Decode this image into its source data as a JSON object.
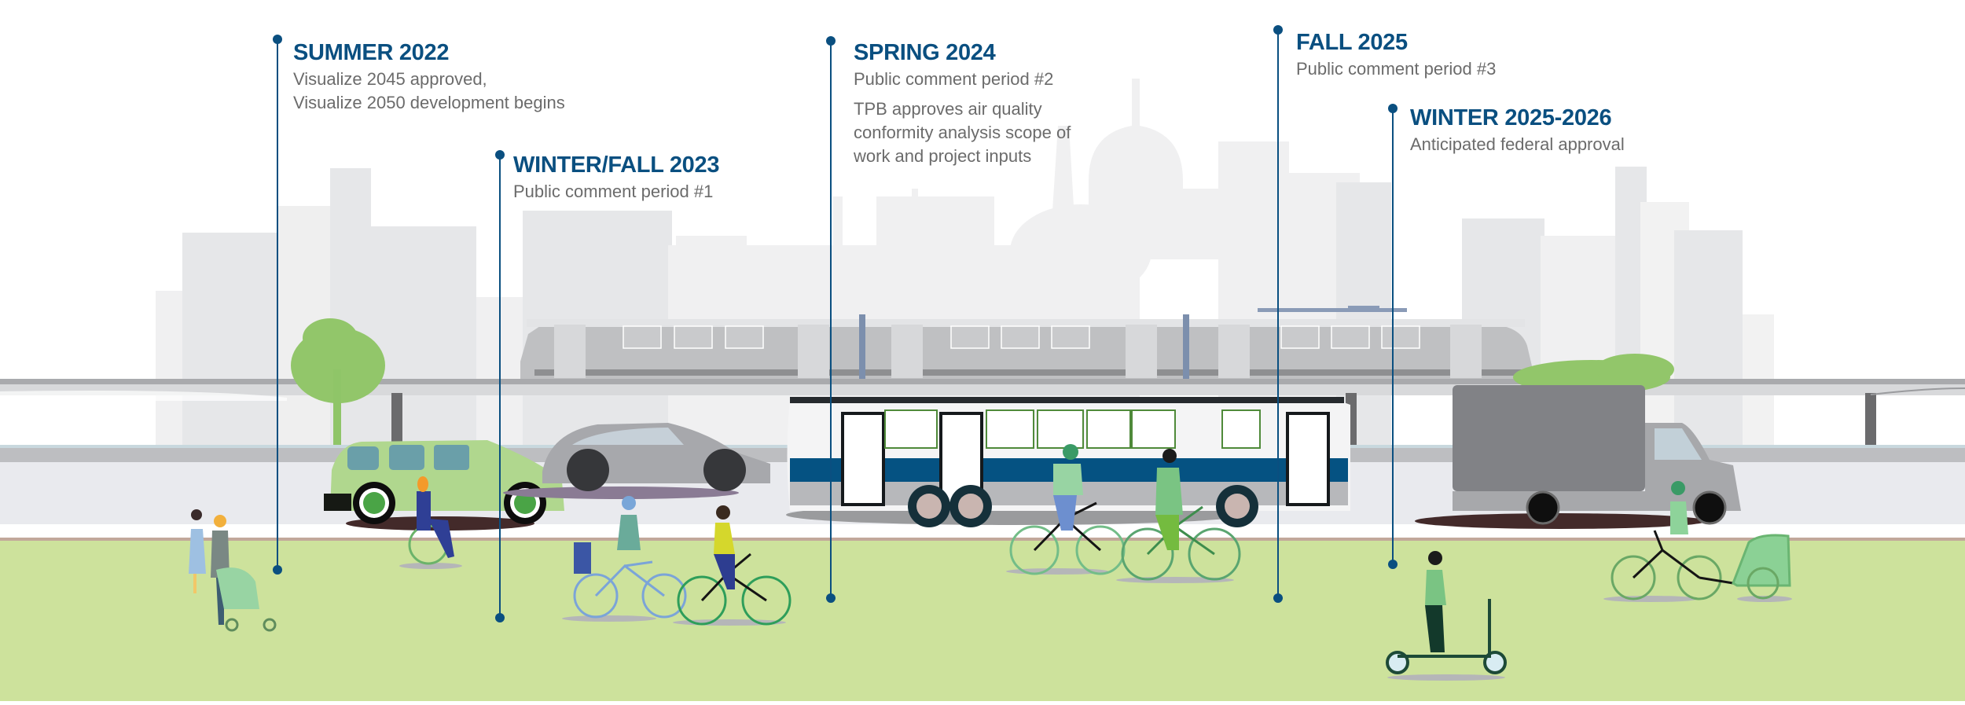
{
  "figure": {
    "type": "timeline-illustration",
    "accent_color": "#0a4f80",
    "text_color": "#6b6b6b",
    "ground_color": "#cde29c",
    "road_color": "#e9eaee",
    "skyline_color": "#e6e7e9"
  },
  "timeline": [
    {
      "title": "SUMMER 2022",
      "lines": [
        "Visualize 2045 approved,",
        "Visualize 2050 development begins"
      ]
    },
    {
      "title": "WINTER/FALL 2023",
      "lines": [
        "Public comment period #1"
      ]
    },
    {
      "title": "SPRING 2024",
      "lines": [
        "Public comment period #2",
        "TPB approves air quality conformity analysis scope of work and project inputs"
      ]
    },
    {
      "title": "FALL 2025",
      "lines": [
        "Public comment period #3"
      ]
    },
    {
      "title": "WINTER 2025-2026",
      "lines": [
        "Anticipated federal approval"
      ]
    }
  ],
  "illustration": {
    "scene": "city street with multimodal transportation",
    "elements": [
      "city skyline with Capitol dome and Washington Monument",
      "elevated light-rail train",
      "green SUV",
      "silver sedan",
      "blue and white bus",
      "gray box truck",
      "trees",
      "pedestrians with stroller",
      "wheelchair user",
      "cyclists",
      "cyclist with child seat",
      "cyclist with child trailer",
      "kick-scooter rider"
    ]
  }
}
